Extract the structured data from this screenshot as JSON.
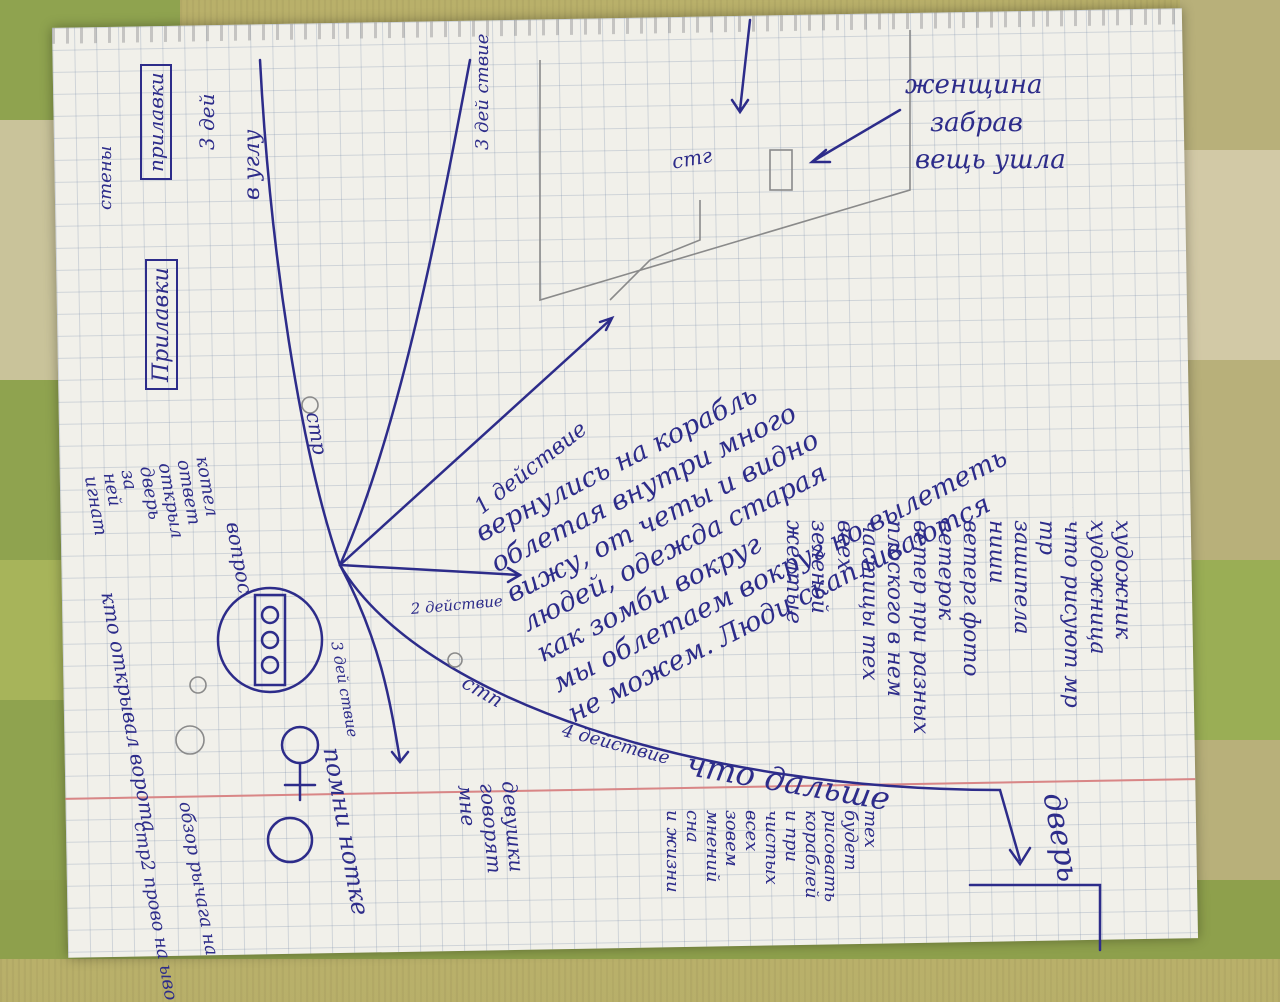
{
  "left_notes": {
    "steny": "стены",
    "prilavki_top": "прилавки",
    "prilavki_bottom": "Прилавки",
    "tri_dey": "3 дей",
    "v_ulu": "в углу",
    "vopros": "вопрос",
    "vopros_lines": [
      "котел",
      "ответ",
      "открыл",
      "дверь",
      "за",
      "ней",
      "игнат"
    ],
    "kto_otkryval": "кто открывал ворота",
    "stp": "стр",
    "stp2": "стр2 прово на ыво",
    "obzor": "обзор рычага на"
  },
  "top_right_note": {
    "line1": "женщина",
    "line2": "забрав",
    "line3": "вещь ушла"
  },
  "labels": {
    "stg": "стг",
    "stp_center": "стп",
    "stp_bottom": "стп",
    "deystvie1": "1 действие",
    "deystvie2": "2 действие",
    "deystvie3": "3 дей ствие",
    "deystvie4": "4 действие",
    "chto_dalshe": "что дальше",
    "dver": "дверь",
    "pomni": "помни нотке"
  },
  "center_text": [
    "вернулись на корабль",
    "облетая внутри много",
    "вижу, от четы и видно",
    "людей, одежда старая",
    "как зомби вокруг",
    "мы облетаем вокруг но вылететь",
    "не можем. Люди скапливаются"
  ],
  "right_text": [
    "художник",
    "художница",
    "что рисуют мр",
    "тр",
    "зашипела",
    "ниши",
    "ветерг фото",
    "ветерок",
    "ветер при разных",
    "плоского в нем",
    "частицы тех",
    "всех",
    "зеленой",
    "желтые"
  ],
  "bottom_right_text": [
    "тех",
    "будет",
    "рисовать",
    "кораблей",
    "и при",
    "чистых",
    "всех",
    "зовем",
    "мнений",
    "сна",
    "и жизни"
  ],
  "bottom_center_text": [
    "девушки",
    "говорят",
    "мне"
  ]
}
